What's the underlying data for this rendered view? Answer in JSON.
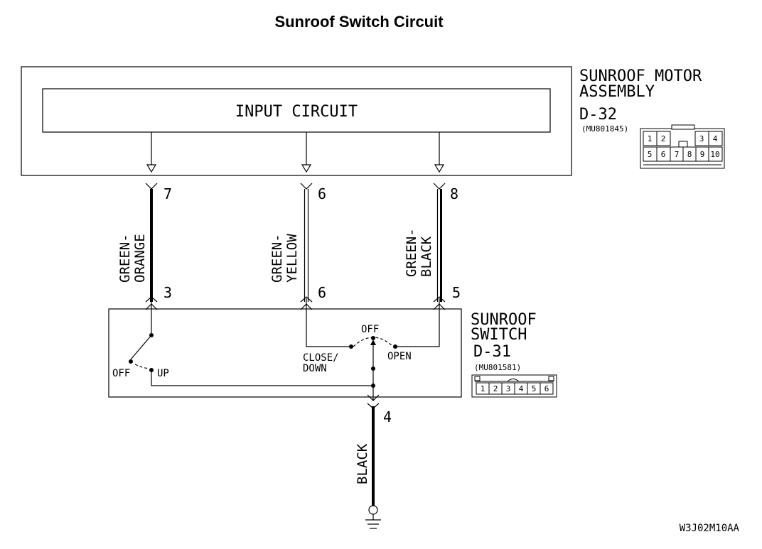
{
  "title": "Sunroof Switch Circuit",
  "motor_assembly": {
    "label_line1": "SUNROOF MOTOR",
    "label_line2": "ASSEMBLY",
    "connector_id": "D-32",
    "part_number": "(MU801845)",
    "input_circuit_label": "INPUT CIRCUIT",
    "connector_pins": [
      "1",
      "2",
      "3",
      "4",
      "5",
      "6",
      "7",
      "8",
      "9",
      "10"
    ]
  },
  "switch": {
    "label_line1": "SUNROOF",
    "label_line2": "SWITCH",
    "connector_id": "D-31",
    "part_number": "(MU801581)",
    "connector_pins": [
      "1",
      "2",
      "3",
      "4",
      "5",
      "6"
    ],
    "rocker_off_label": "OFF",
    "rocker_up_label": "UP",
    "slide_off_label": "OFF",
    "slide_close_line1": "CLOSE/",
    "slide_close_line2": "DOWN",
    "slide_open_label": "OPEN"
  },
  "wires": [
    {
      "color_line1": "GREEN-",
      "color_line2": "ORANGE",
      "top_pin": "7",
      "bottom_pin": "3"
    },
    {
      "color_line1": "GREEN-",
      "color_line2": "YELLOW",
      "top_pin": "6",
      "bottom_pin": "6"
    },
    {
      "color_line1": "GREEN-",
      "color_line2": "BLACK",
      "top_pin": "8",
      "bottom_pin": "5"
    }
  ],
  "ground_wire": {
    "color": "BLACK",
    "pin": "4"
  },
  "figure_code": "W3J02M10AA"
}
